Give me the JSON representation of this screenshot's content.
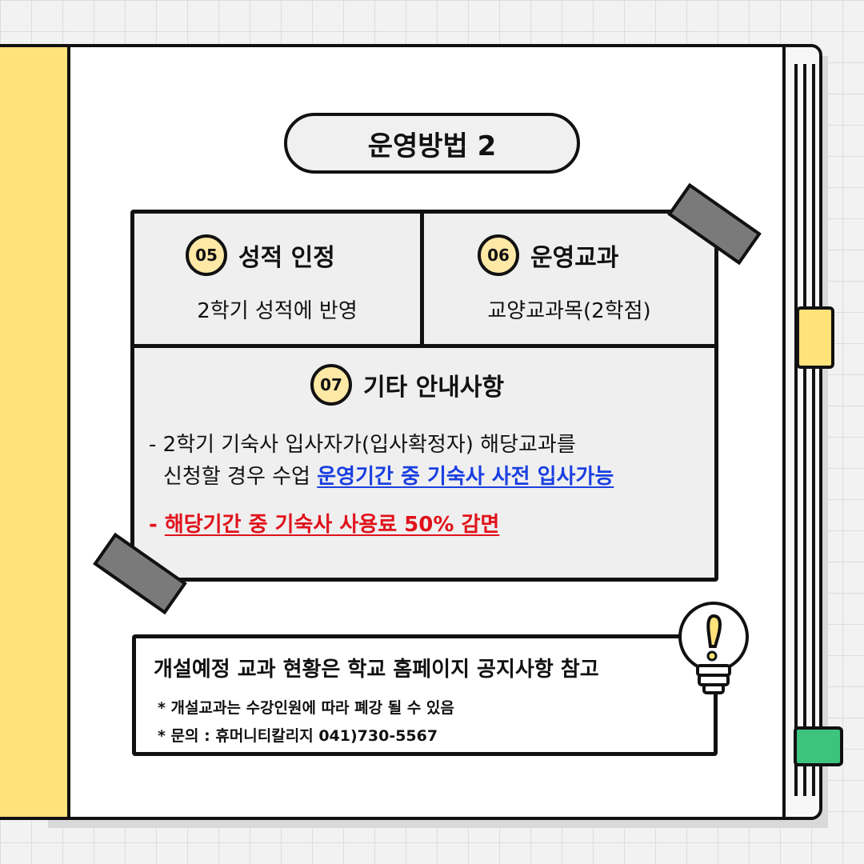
{
  "title": "운영방법 2",
  "sections": [
    {
      "number": "05",
      "heading": "성적 인정",
      "body": "2학기 성적에 반영"
    },
    {
      "number": "06",
      "heading": "운영교과",
      "body": "교양교과목(2학점)"
    }
  ],
  "etc": {
    "number": "07",
    "heading": "기타 안내사항",
    "line1": "- 2학기 기숙사 입사자가(입사확정자) 해당교과를",
    "line2_plain": "신청할 경우 수업 ",
    "line2_highlight": "운영기간 중 기숙사 사전 입사가능",
    "line3_prefix": "- ",
    "line3_highlight": "해당기간 중 기숙사 사용료 50% 감면"
  },
  "notice": {
    "main": "개설예정 교과 현황은 학교 홈페이지 공지사항 참고",
    "sub1": "* 개설교과는 수강인원에 따라 폐강 될 수 있음",
    "sub2": "* 문의 : 휴머니티칼리지 041)730-5567"
  },
  "colors": {
    "cover": "#ffe27a",
    "highlight_blue": "#1a3fe0",
    "highlight_red": "#e0121b",
    "number_badge": "#fde8a6",
    "tab_green": "#3cc47c"
  },
  "icons": [
    "lightbulb-icon",
    "tape-decoration"
  ]
}
